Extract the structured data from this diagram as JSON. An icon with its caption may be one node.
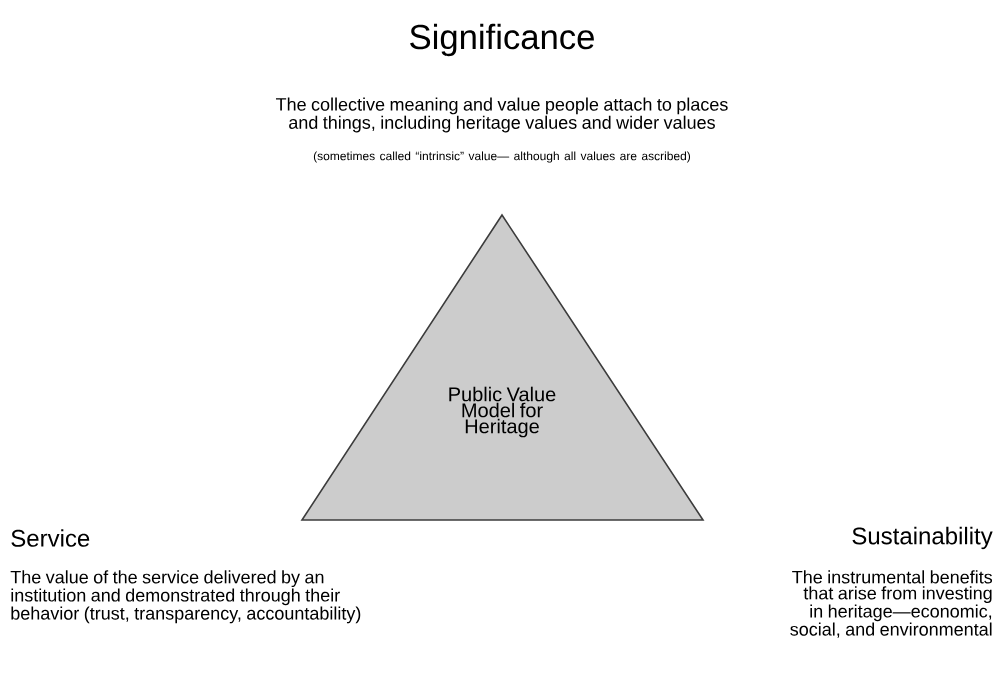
{
  "diagram": {
    "title": "Significance",
    "nodes": [
      {
        "text": [
          "Public Value Model for Heritage"
        ]
      }
    ],
    "labels": [
      "The collective meaning and value people attach to places and things, including heritage values and wider values",
      "(sometimes called “intrinsic” value— although all values are ascribed)",
      "Service",
      "Sustainability",
      "The value of the service delivered by an institution and demonstrated through their behavior (trust, transparency, accountability)",
      "The instrumental benefits that arise from investing in heritage—economic, social, and environmental"
    ]
  }
}
